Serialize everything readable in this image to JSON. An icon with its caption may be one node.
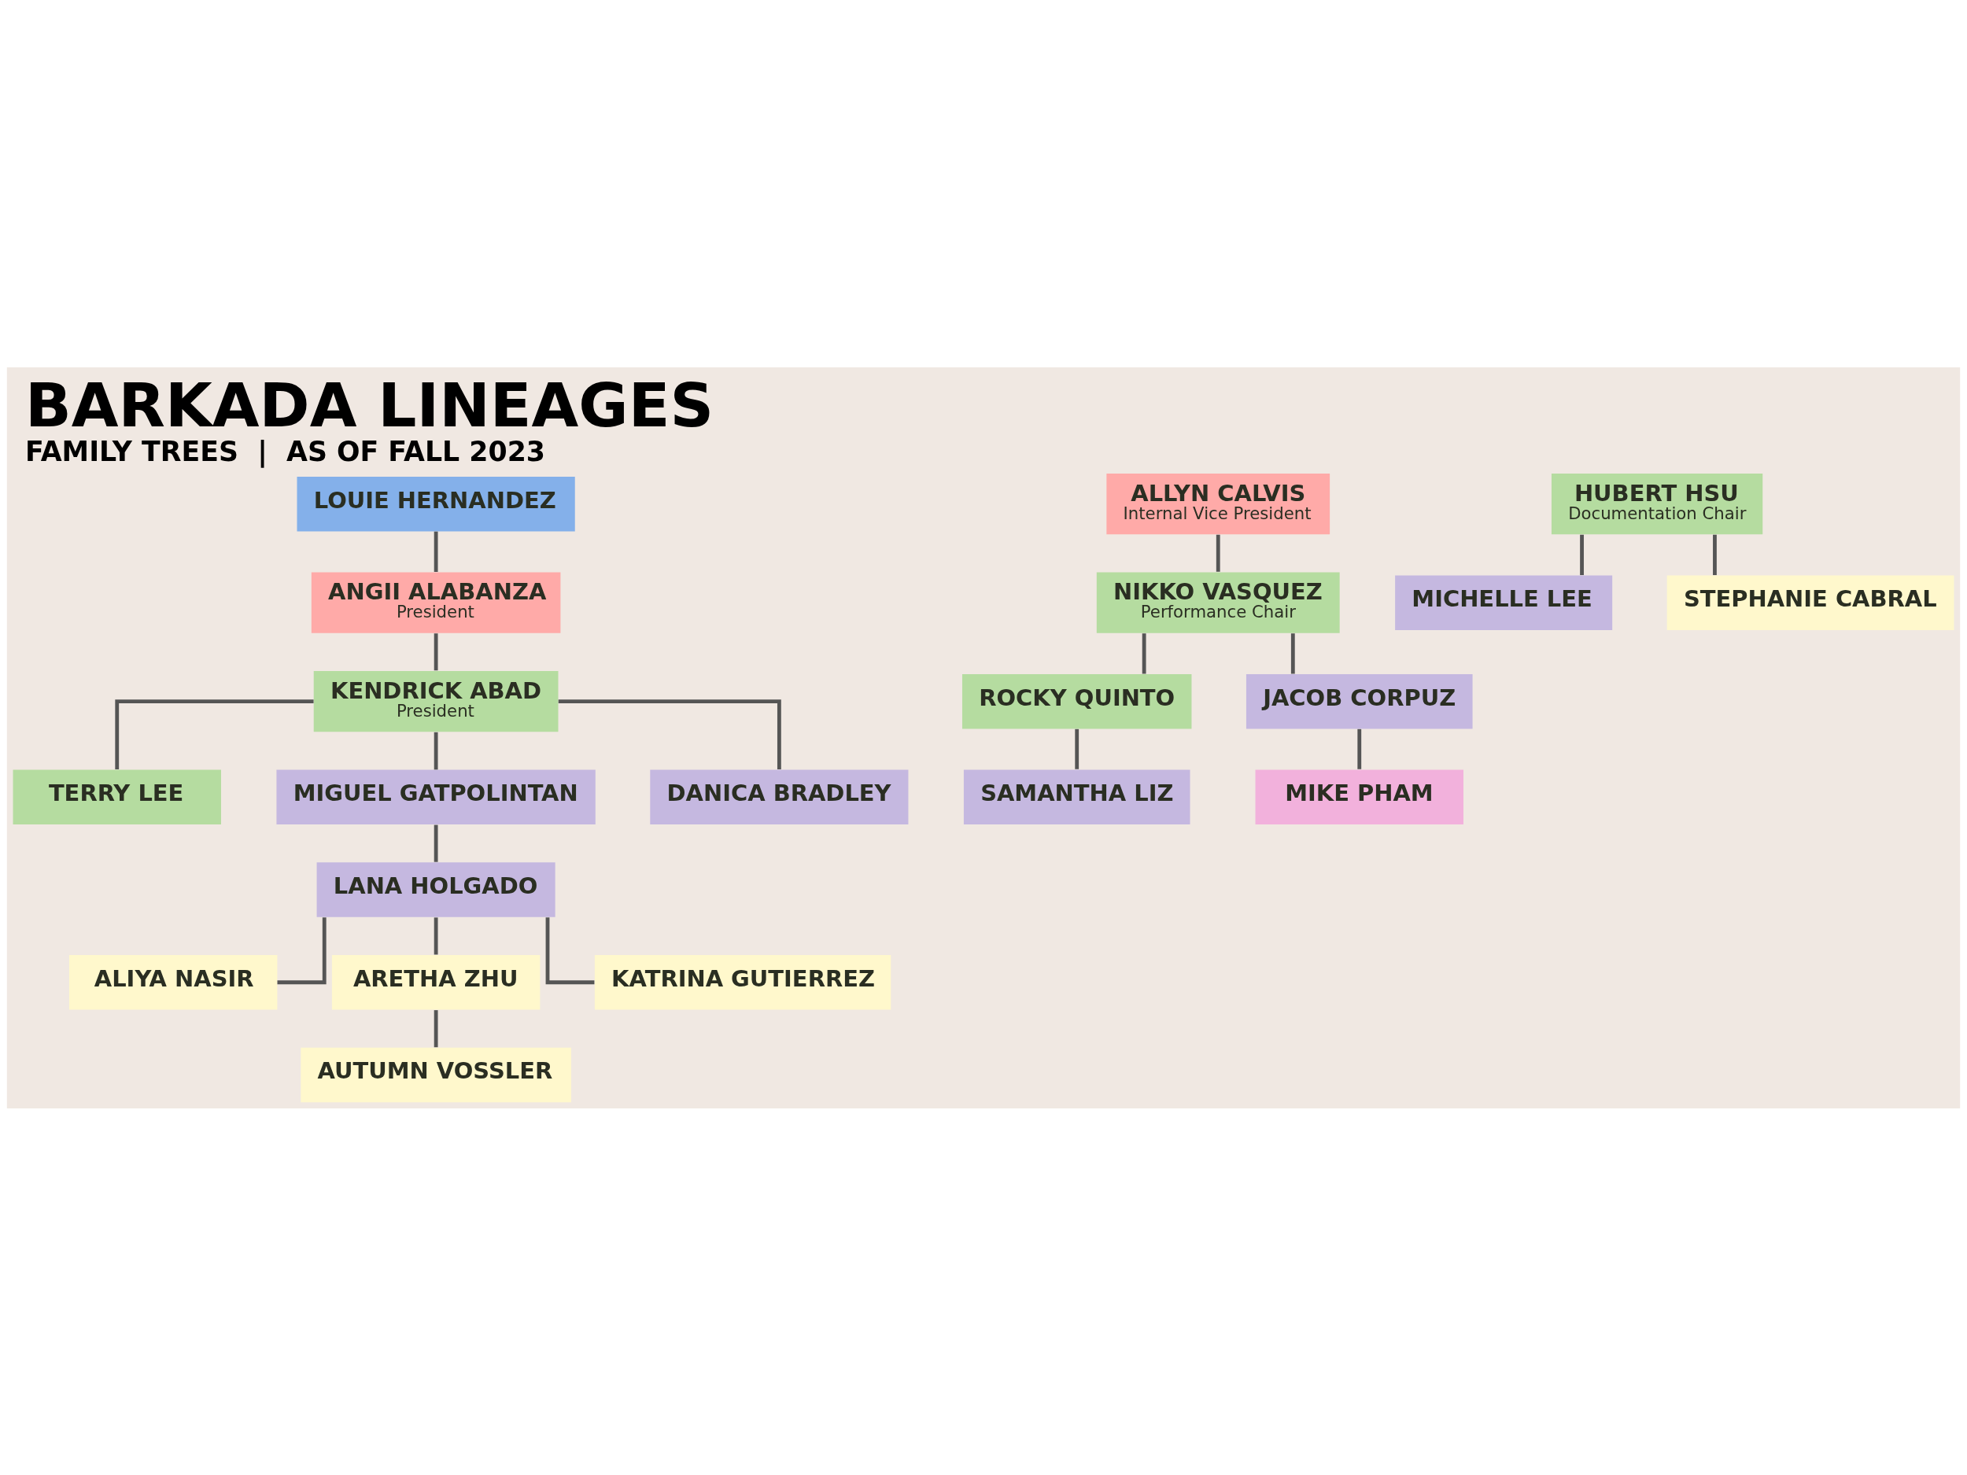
{
  "diagram": {
    "title": "BARKADA LINEAGES",
    "caption": "FAMILY TREES  |  AS OF FALL 2023",
    "nodes": [
      {
        "text": [
          "LOUIE HERNANDEZ"
        ]
      },
      {
        "text": [
          "ANGII ALABANZA",
          "President"
        ]
      },
      {
        "text": [
          "KENDRICK ABAD",
          "President"
        ]
      },
      {
        "text": [
          "TERRY LEE"
        ]
      },
      {
        "text": [
          "MIGUEL GATPOLINTAN"
        ]
      },
      {
        "text": [
          "DANICA BRADLEY"
        ]
      },
      {
        "text": [
          "LANA HOLGADO"
        ]
      },
      {
        "text": [
          "ALIYA NASIR"
        ]
      },
      {
        "text": [
          "ARETHA ZHU"
        ]
      },
      {
        "text": [
          "KATRINA GUTIERREZ"
        ]
      },
      {
        "text": [
          "AUTUMN VOSSLER"
        ]
      },
      {
        "text": [
          "ALLYN CALVIS",
          "Internal Vice President"
        ]
      },
      {
        "text": [
          "NIKKO VASQUEZ",
          "Performance Chair"
        ]
      },
      {
        "text": [
          "ROCKY QUINTO"
        ]
      },
      {
        "text": [
          "JACOB CORPUZ"
        ]
      },
      {
        "text": [
          "SAMANTHA LIZ"
        ]
      },
      {
        "text": [
          "MIKE PHAM"
        ]
      },
      {
        "text": [
          "HUBERT HSU",
          "Documentation Chair"
        ]
      },
      {
        "text": [
          "MICHELLE LEE"
        ]
      },
      {
        "text": [
          "STEPHANIE CABRAL"
        ]
      }
    ],
    "edges": [
      {
        "from": 0,
        "to": 1,
        "arrow": "none"
      },
      {
        "from": 1,
        "to": 2,
        "arrow": "none"
      },
      {
        "from": 2,
        "to": 3,
        "arrow": "none"
      },
      {
        "from": 2,
        "to": 4,
        "arrow": "none"
      },
      {
        "from": 2,
        "to": 5,
        "arrow": "none"
      },
      {
        "from": 4,
        "to": 6,
        "arrow": "none"
      },
      {
        "from": 6,
        "to": 7,
        "arrow": "none"
      },
      {
        "from": 6,
        "to": 8,
        "arrow": "none"
      },
      {
        "from": 6,
        "to": 9,
        "arrow": "none"
      },
      {
        "from": 8,
        "to": 10,
        "arrow": "none"
      },
      {
        "from": 11,
        "to": 12,
        "arrow": "none"
      },
      {
        "from": 12,
        "to": 13,
        "arrow": "none"
      },
      {
        "from": 12,
        "to": 14,
        "arrow": "none"
      },
      {
        "from": 13,
        "to": 15,
        "arrow": "none"
      },
      {
        "from": 14,
        "to": 16,
        "arrow": "none"
      },
      {
        "from": 17,
        "to": 18,
        "arrow": "none"
      },
      {
        "from": 17,
        "to": 19,
        "arrow": "none"
      }
    ]
  }
}
